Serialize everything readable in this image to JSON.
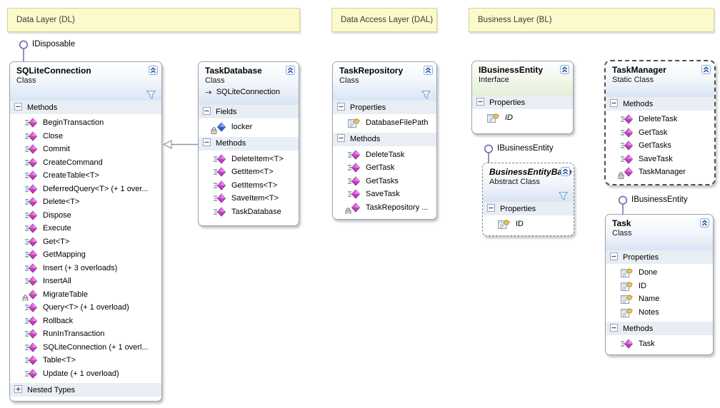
{
  "layers": {
    "dl": "Data Layer (DL)",
    "dal": "Data Access Layer (DAL)",
    "bl": "Business Layer (BL)"
  },
  "lollipops": {
    "idisposable": "IDisposable",
    "ibusinessentity_base": "IBusinessEntity",
    "ibusinessentity_task": "IBusinessEntity"
  },
  "colors": {
    "layer_bg": "#fbfacd",
    "layer_border": "#d6d494",
    "class_header_gradient_end": "#d9e4f4",
    "interface_header_gradient_end": "#e3efd7",
    "section_band_bg": "#e9edf4",
    "box_border": "#9aa2ad",
    "connector": "#6a6ab2",
    "inheritance_line": "#8f979f",
    "method_icon": "#c23fc2",
    "field_icon": "#2f5fd0",
    "property_hand": "#f0c75e"
  },
  "boxes": {
    "sqliteconnection": {
      "name": "SQLiteConnection",
      "kind": "Class",
      "methods_title": "Methods",
      "nested_title": "Nested Types",
      "methods": [
        {
          "label": "BeginTransaction",
          "icon": "method"
        },
        {
          "label": "Close",
          "icon": "method"
        },
        {
          "label": "Commit",
          "icon": "method"
        },
        {
          "label": "CreateCommand",
          "icon": "method"
        },
        {
          "label": "CreateTable<T>",
          "icon": "method"
        },
        {
          "label": "DeferredQuery<T> (+ 1 over...",
          "icon": "method"
        },
        {
          "label": "Delete<T>",
          "icon": "method"
        },
        {
          "label": "Dispose",
          "icon": "method"
        },
        {
          "label": "Execute",
          "icon": "method"
        },
        {
          "label": "Get<T>",
          "icon": "method"
        },
        {
          "label": "GetMapping",
          "icon": "method"
        },
        {
          "label": "Insert (+ 3 overloads)",
          "icon": "method"
        },
        {
          "label": "InsertAll",
          "icon": "method"
        },
        {
          "label": "MigrateTable",
          "icon": "method",
          "lock": true
        },
        {
          "label": "Query<T> (+ 1 overload)",
          "icon": "method"
        },
        {
          "label": "Rollback",
          "icon": "method"
        },
        {
          "label": "RunInTransaction",
          "icon": "method"
        },
        {
          "label": "SQLiteConnection (+ 1 overl...",
          "icon": "method"
        },
        {
          "label": "Table<T>",
          "icon": "method"
        },
        {
          "label": "Update (+ 1 overload)",
          "icon": "method"
        }
      ]
    },
    "taskdatabase": {
      "name": "TaskDatabase",
      "kind": "Class",
      "base": "SQLiteConnection",
      "fields_title": "Fields",
      "fields": [
        {
          "label": "locker",
          "icon": "field",
          "lock": true
        }
      ],
      "methods_title": "Methods",
      "methods": [
        {
          "label": "DeleteItem<T>",
          "icon": "method"
        },
        {
          "label": "GetItem<T>",
          "icon": "method"
        },
        {
          "label": "GetItems<T>",
          "icon": "method"
        },
        {
          "label": "SaveItem<T>",
          "icon": "method"
        },
        {
          "label": "TaskDatabase",
          "icon": "method"
        }
      ]
    },
    "taskrepository": {
      "name": "TaskRepository",
      "kind": "Class",
      "properties_title": "Properties",
      "properties": [
        {
          "label": "DatabaseFilePath",
          "icon": "property"
        }
      ],
      "methods_title": "Methods",
      "methods": [
        {
          "label": "DeleteTask",
          "icon": "method"
        },
        {
          "label": "GetTask",
          "icon": "method"
        },
        {
          "label": "GetTasks",
          "icon": "method"
        },
        {
          "label": "SaveTask",
          "icon": "method"
        },
        {
          "label": "TaskRepository ...",
          "icon": "method",
          "lock": true
        }
      ]
    },
    "ibusinessentity": {
      "name": "IBusinessEntity",
      "kind": "Interface",
      "properties_title": "Properties",
      "properties": [
        {
          "label": "ID",
          "icon": "property",
          "italic": true
        }
      ]
    },
    "businessentitybase": {
      "name": "BusinessEntityBase",
      "kind": "Abstract Class",
      "properties_title": "Properties",
      "properties": [
        {
          "label": "ID",
          "icon": "property"
        }
      ]
    },
    "taskmanager": {
      "name": "TaskManager",
      "kind": "Static Class",
      "methods_title": "Methods",
      "methods": [
        {
          "label": "DeleteTask",
          "icon": "method"
        },
        {
          "label": "GetTask",
          "icon": "method"
        },
        {
          "label": "GetTasks",
          "icon": "method"
        },
        {
          "label": "SaveTask",
          "icon": "method"
        },
        {
          "label": "TaskManager",
          "icon": "method",
          "lock": true
        }
      ]
    },
    "task": {
      "name": "Task",
      "kind": "Class",
      "properties_title": "Properties",
      "properties": [
        {
          "label": "Done",
          "icon": "property"
        },
        {
          "label": "ID",
          "icon": "property"
        },
        {
          "label": "Name",
          "icon": "property"
        },
        {
          "label": "Notes",
          "icon": "property"
        }
      ],
      "methods_title": "Methods",
      "methods": [
        {
          "label": "Task",
          "icon": "method"
        }
      ]
    }
  }
}
